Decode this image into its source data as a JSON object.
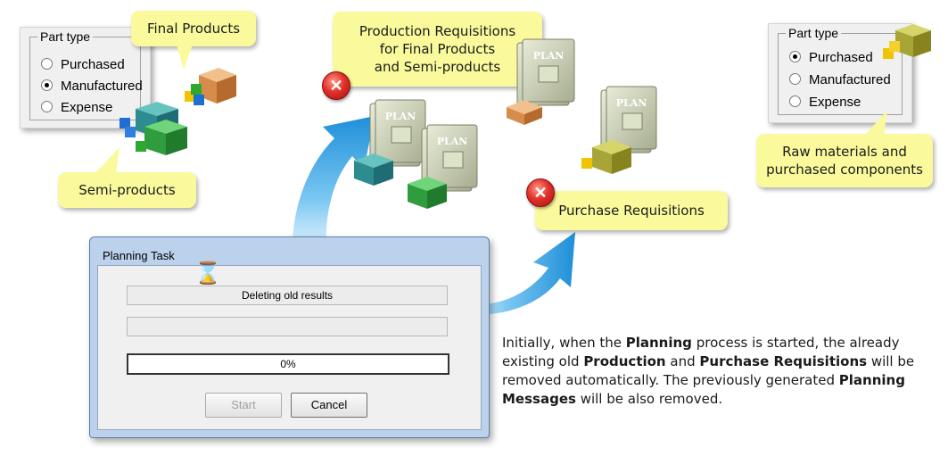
{
  "part_type_left": {
    "legend": "Part type",
    "options": [
      {
        "label": "Purchased",
        "selected": false
      },
      {
        "label": "Manufactured",
        "selected": true
      },
      {
        "label": "Expense",
        "selected": false
      }
    ]
  },
  "part_type_right": {
    "legend": "Part type",
    "options": [
      {
        "label": "Purchased",
        "selected": true
      },
      {
        "label": "Manufactured",
        "selected": false
      },
      {
        "label": "Expense",
        "selected": false
      }
    ]
  },
  "callouts": {
    "final_products": "Final Products",
    "semi_products": "Semi-products",
    "production_requisitions": "Production Requisitions\nfor Final Products\nand Semi-products",
    "purchase_requisitions": "Purchase Requisitions",
    "raw_materials": "Raw materials and\npurchased components"
  },
  "plan_label": "PLAN",
  "delete_icon_glyph": "✕",
  "dialog": {
    "title": "Planning Task",
    "status_text": "Deleting old results",
    "progress_percent": 0,
    "progress_text": "0%",
    "start_label": "Start",
    "cancel_label": "Cancel",
    "hourglass_glyph": "⌛"
  },
  "description": {
    "p1": "Initially, when the ",
    "b1": "Planning",
    "p2": " process is started, the already existing old ",
    "b2": "Production",
    "p3": " and ",
    "b3": "Purchase Requisitions",
    "p4": " will be removed automatically.  The previously generated ",
    "b4": "Planning Messages",
    "p5": " will be also removed."
  },
  "colors": {
    "callout_bg": "#fafa9c",
    "arrow_blue": "#2f9be0",
    "dialog_frame": "#bcd2ec"
  }
}
